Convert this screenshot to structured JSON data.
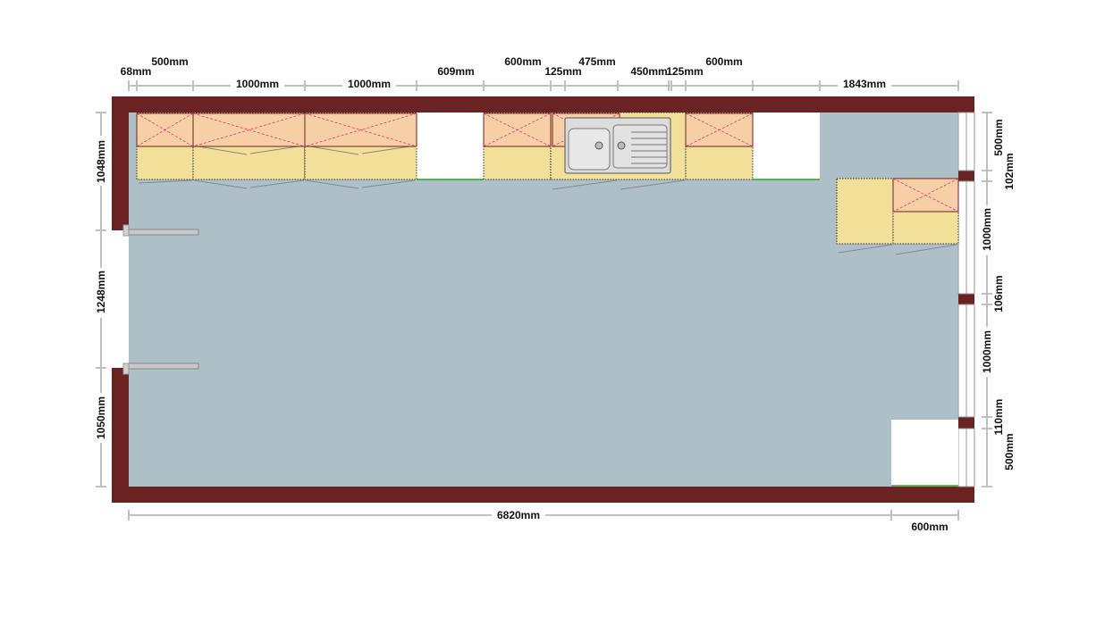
{
  "colors": {
    "wall": "#6b2222",
    "floor": "#adc0c8",
    "base_cabinet": "#f2df98",
    "wall_cabinet": "#f7cfa6",
    "cabinet_cross": "#e0357a",
    "cabinet_edge": "#6b2222",
    "dimension_line": "#c0c0c0",
    "appliance_gap": "#ffffff",
    "window": "#d9d9d9",
    "sink_metal": "#d8d8d8"
  },
  "dimensions": {
    "top_row1": [
      "500mm",
      "600mm",
      "475mm",
      "600mm"
    ],
    "top_row2": [
      "68mm",
      "609mm",
      "125mm",
      "450mm",
      "125mm"
    ],
    "top_row3": [
      "1000mm",
      "1000mm",
      "1843mm"
    ],
    "left": [
      "1048mm",
      "1248mm",
      "1050mm"
    ],
    "right": [
      "500mm",
      "102mm",
      "1000mm",
      "106mm",
      "1000mm",
      "110mm",
      "500mm"
    ],
    "bottom_total": "6820mm",
    "bottom_sub": "600mm"
  }
}
